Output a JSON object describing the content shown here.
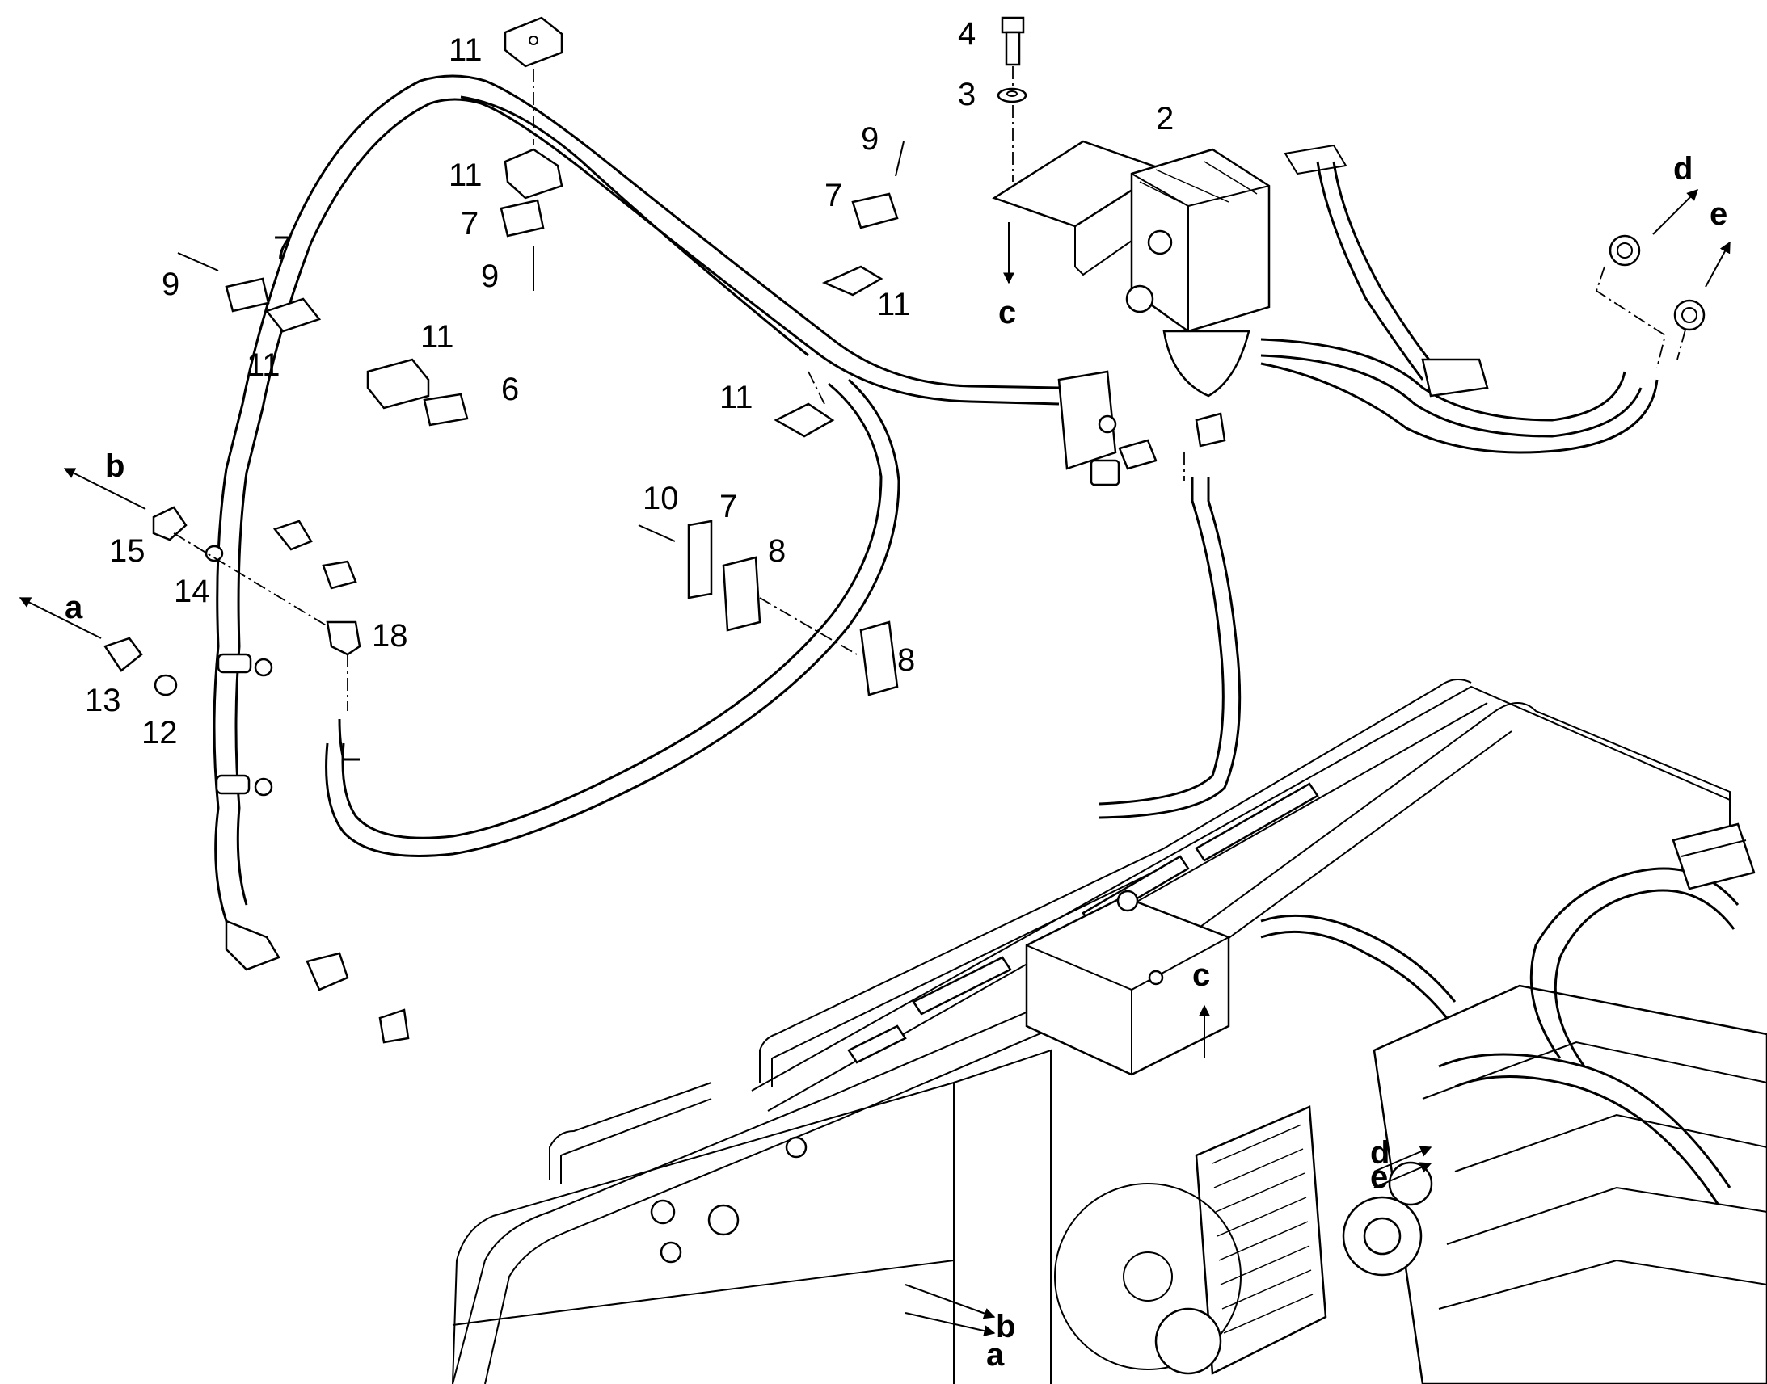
{
  "diagram": {
    "part_labels": {
      "p2": "2",
      "p3": "3",
      "p4": "4",
      "p6": "6",
      "p7a": "7",
      "p7b": "7",
      "p7c": "7",
      "p7d": "7",
      "p8a": "8",
      "p8b": "8",
      "p9a": "9",
      "p9b": "9",
      "p9c": "9",
      "p10": "10",
      "p11a": "11",
      "p11b": "11",
      "p11c": "11",
      "p11d": "11",
      "p11e": "11",
      "p12": "12",
      "p13": "13",
      "p14": "14",
      "p15": "15",
      "p18": "18"
    },
    "arrow_labels": {
      "a_top": "a",
      "b_top": "b",
      "c_top": "c",
      "d_top": "d",
      "e_top": "e",
      "a_bottom": "a",
      "b_bottom": "b",
      "c_bottom": "c",
      "d_bottom": "d",
      "e_bottom": "e"
    }
  }
}
